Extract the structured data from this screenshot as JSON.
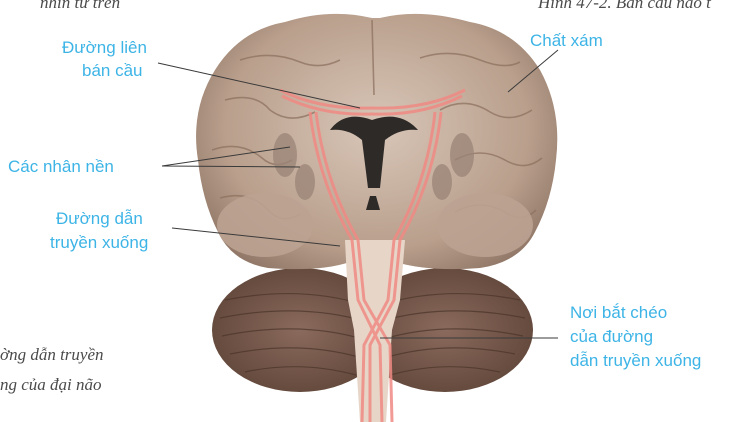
{
  "figure": {
    "top_left_caption": "nhìn từ trên",
    "top_right_caption": "Hình 47-2. Bán cầu não t",
    "bottom_caption_1": "ờng dẫn truyền",
    "bottom_caption_2": "ng của đại não"
  },
  "labels": {
    "duong_lien_ban_cau_1": "Đường liên",
    "duong_lien_ban_cau_2": "bán cầu",
    "chat_xam": "Chất xám",
    "cac_nhan_nen": "Các nhân nền",
    "duong_dan_truyen_1": "Đường dẫn",
    "duong_dan_truyen_2": "truyền xuống",
    "noi_bat_cheo_1": "Nơi bắt chéo",
    "noi_bat_cheo_2": "của đường",
    "noi_bat_cheo_3": "dẫn truyền xuống"
  },
  "colors": {
    "label": "#3db4e6",
    "brain_tissue": "#c9b3a3",
    "pathway": "#f08a84",
    "ventricle": "#2e2a28"
  }
}
